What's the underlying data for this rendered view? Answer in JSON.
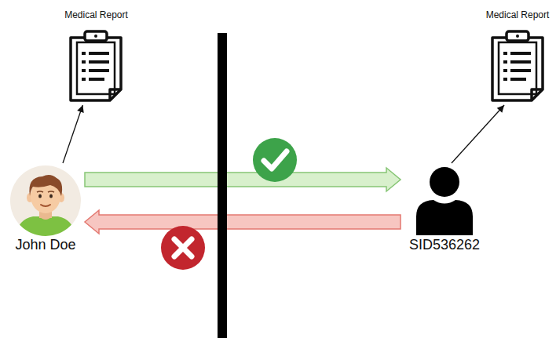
{
  "diagram": {
    "nodes": [
      {
        "text": [
          "Medical Report"
        ]
      },
      {
        "text": [
          "Medical Report"
        ]
      },
      {
        "text": [
          "John Doe"
        ]
      },
      {
        "text": [
          "SID536262"
        ]
      }
    ],
    "edges": [
      {
        "from": 2,
        "to": 0,
        "arrow": "to"
      },
      {
        "from": 3,
        "to": 1,
        "arrow": "to"
      },
      {
        "from": 2,
        "to": 3,
        "arrow": "to"
      },
      {
        "from": 3,
        "to": 2,
        "arrow": "to"
      }
    ]
  }
}
